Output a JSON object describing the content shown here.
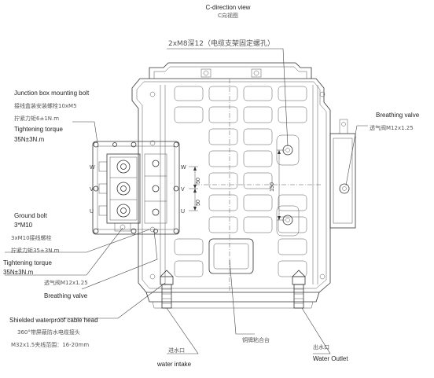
{
  "title": {
    "en": "C-direction view",
    "cn": "C向视图"
  },
  "labels": {
    "top_bolts_cn": "2xM8深12（电缆支架固定螺孔）",
    "junction_en": "Junction box mounting bolt",
    "junction_cn1": "接线盒装安装螺栓10xM5",
    "junction_cn2": "拧紧力矩6±1N.m",
    "tight1_en": "Tightening torque",
    "tight1_val": "35N±3N.m",
    "ground_en": "Ground bolt",
    "ground_val": "3*M10",
    "ground_cn1": "3xM10接线螺栓",
    "ground_cn2": "拧紧力矩35±3N.m",
    "tight2_en": "Tightening torque",
    "tight2_val": "35N±3N.m",
    "vent_left_cn": "透气阀M12x1.25",
    "vent_left_en": "Breathing valve",
    "vent_right_en": "Breathing valve",
    "vent_right_cn": "透气阀M12x1.25",
    "shield_en": "Shielded waterproof cable head",
    "shield_cn1": "360°带屏蔽防水电缆接头",
    "shield_cn2": "M32x1.5夹线范围：16-20mm",
    "nameplate_cn": "铜牌粘合台",
    "intake_cn": "进水口",
    "intake_en": "water intake",
    "outlet_cn": "出水口",
    "outlet_en": "Water Outlet"
  },
  "dimensions": {
    "d1": "50",
    "d2": "50",
    "d3": "150"
  },
  "terminal_letters": {
    "w": "W",
    "v": "V",
    "u": "U"
  }
}
